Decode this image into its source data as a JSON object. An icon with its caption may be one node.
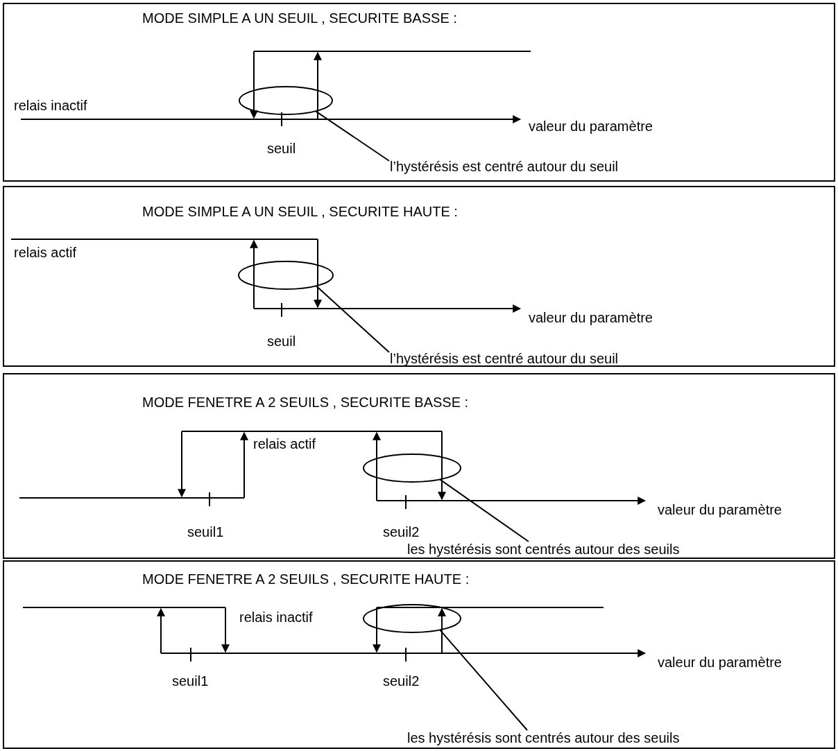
{
  "diagram": {
    "nodes": [
      {
        "text": [
          "MODE SIMPLE A UN SEUIL , SECURITE BASSE :"
        ]
      },
      {
        "text": [],
        "shape": "ellipse",
        "in": 0
      },
      {
        "text": [
          "l’hystérésis est centré autour du seuil"
        ],
        "in": 0
      },
      {
        "text": [
          "MODE SIMPLE A UN SEUIL , SECURITE HAUTE :"
        ]
      },
      {
        "text": [],
        "shape": "ellipse",
        "in": 3
      },
      {
        "text": [
          "l’hystérésis est centré autour du seuil"
        ],
        "in": 3
      },
      {
        "text": [
          "MODE FENETRE A 2 SEUILS , SECURITE BASSE :"
        ]
      },
      {
        "text": [],
        "shape": "ellipse",
        "in": 6
      },
      {
        "text": [
          "les hystérésis sont centrés autour des seuils"
        ],
        "in": 6
      },
      {
        "text": [
          "MODE FENETRE A 2 SEUILS , SECURITE HAUTE :"
        ]
      },
      {
        "text": [],
        "shape": "ellipse",
        "in": 9
      },
      {
        "text": [
          "les hystérésis sont centrés autour des seuils"
        ],
        "in": 9
      }
    ],
    "edges": [
      {
        "from": 2,
        "to": 1,
        "arrow": "none"
      },
      {
        "from": 5,
        "to": 4,
        "arrow": "none"
      },
      {
        "from": 8,
        "to": 7,
        "arrow": "none"
      },
      {
        "from": 11,
        "to": 10,
        "arrow": "none"
      }
    ],
    "labels": [
      "relais inactif",
      "valeur du paramètre",
      "seuil",
      "relais actif",
      "valeur du paramètre",
      "seuil",
      "relais actif",
      "valeur du paramètre",
      "seuil1",
      "seuil2",
      "relais inactif",
      "valeur du paramètre",
      "seuil1",
      "seuil2"
    ]
  }
}
